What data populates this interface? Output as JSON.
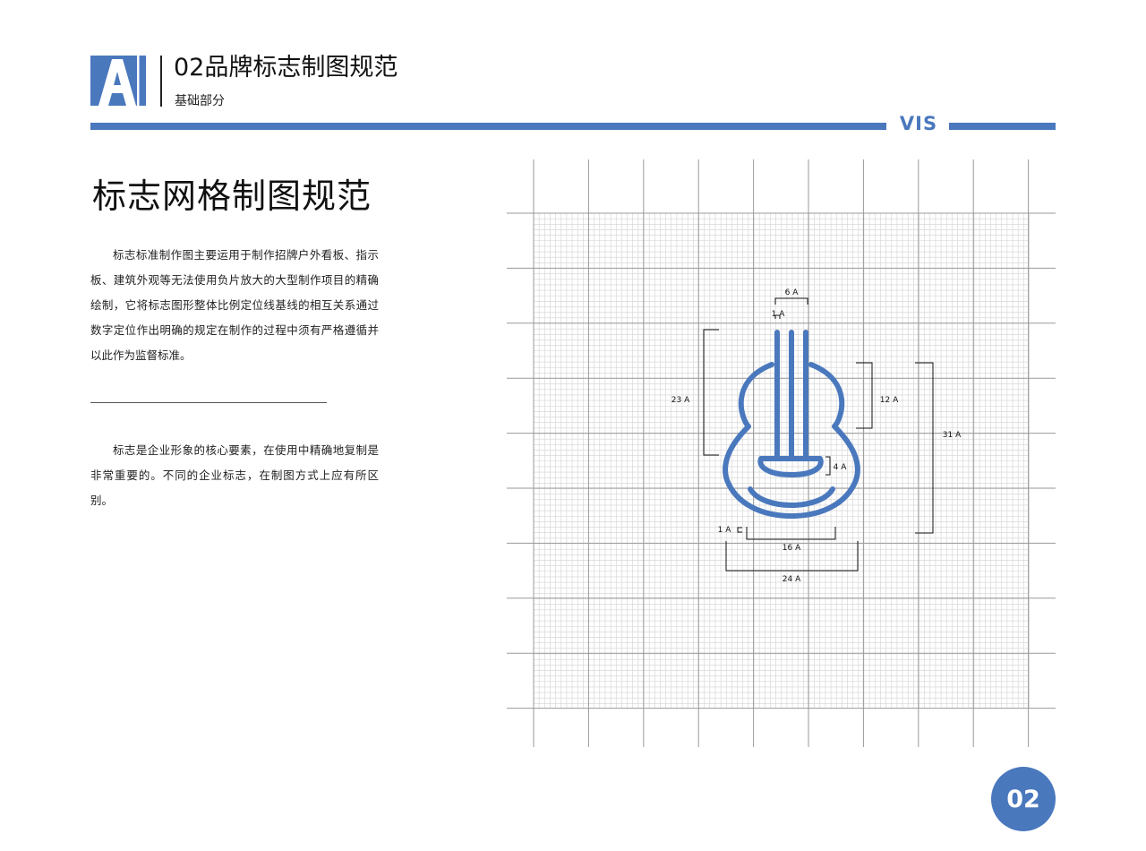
{
  "header": {
    "logo_letter": "A",
    "title": "02品牌标志制图规范",
    "subtitle": "基础部分",
    "tag": "VIS"
  },
  "section": {
    "title": "标志网格制图规范",
    "paragraph1": "标志标准制作图主要运用于制作招牌户外看板、指示板、建筑外观等无法使用负片放大的大型制作项目的精确绘制，它将标志图形整体比例定位线基线的相互关系通过数字定位作出明确的规定在制作的过程中须有严格遵循并以此作为监督标准。",
    "paragraph2": "标志是企业形象的核心要素，在使用中精确地复制是非常重要的。不同的企业标志，在制图方式上应有所区别。"
  },
  "diagram": {
    "logo_icon": "guitar-icon",
    "dimensions": {
      "top_width": "6 A",
      "string_width": "1 A",
      "left_height": "23 A",
      "right_upper_height": "12 A",
      "right_total_height": "31 A",
      "bridge_height": "4 A",
      "bottom_gap": "1 A",
      "bottom_inner_width": "16 A",
      "bottom_total_width": "24 A"
    }
  },
  "page_number": "02",
  "colors": {
    "brand_blue": "#4a78bd",
    "grid_major": "#9a9a9a",
    "grid_minor": "#cfcfcf"
  }
}
